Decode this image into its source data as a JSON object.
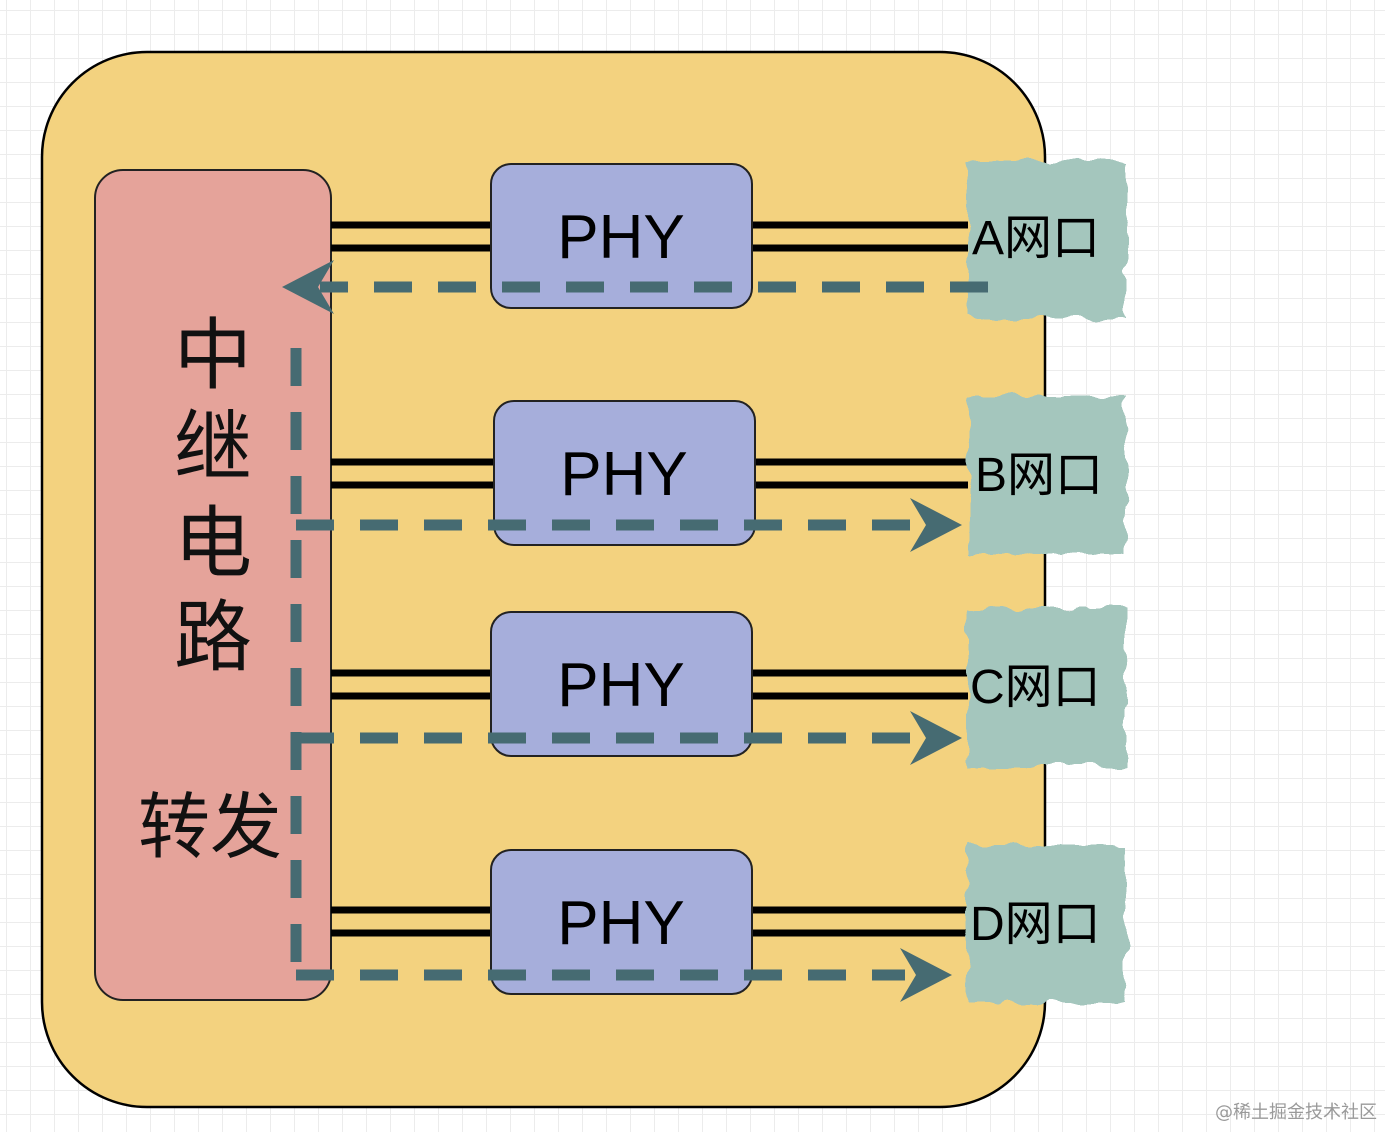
{
  "colors": {
    "board_fill": "#f3d27f",
    "relay_fill": "#e5a39a",
    "phy_fill": "#a6aedb",
    "port_fill": "#a4c6bd",
    "wire": "#000000",
    "flow_arrow": "#466b72"
  },
  "relay": {
    "chars": [
      "中",
      "继",
      "电",
      "路"
    ],
    "forward_label": "转发"
  },
  "phys": [
    {
      "id": "phy-1",
      "label": "PHY"
    },
    {
      "id": "phy-2",
      "label": "PHY"
    },
    {
      "id": "phy-3",
      "label": "PHY"
    },
    {
      "id": "phy-4",
      "label": "PHY"
    }
  ],
  "ports": [
    {
      "id": "port-a",
      "label": "A网口"
    },
    {
      "id": "port-b",
      "label": "B网口"
    },
    {
      "id": "port-c",
      "label": "C网口"
    },
    {
      "id": "port-d",
      "label": "D网口"
    }
  ],
  "flows": [
    {
      "from": "A网口",
      "to": "中继电路"
    },
    {
      "from": "中继电路",
      "to": "B网口"
    },
    {
      "from": "中继电路",
      "to": "C网口"
    },
    {
      "from": "中继电路",
      "to": "D网口"
    }
  ],
  "watermark": "@稀土掘金技术社区"
}
